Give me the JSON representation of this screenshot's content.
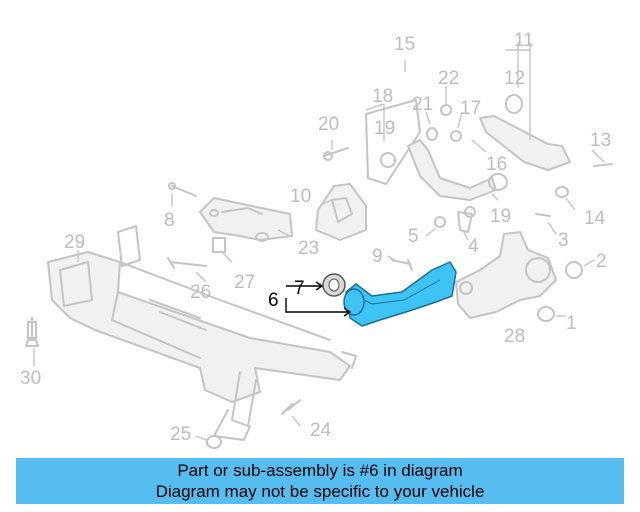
{
  "banner": {
    "line1": "Part or sub-assembly is #6 in diagram",
    "line2": "Diagram may not be specific to your vehicle"
  },
  "highlight_color": "#3ec3f5",
  "callouts": {
    "c1": "1",
    "c2": "2",
    "c3": "3",
    "c4": "4",
    "c5": "5",
    "c6": "6",
    "c7": "7",
    "c8": "8",
    "c9": "9",
    "c10": "10",
    "c11": "11",
    "c12": "12",
    "c13": "13",
    "c14": "14",
    "c15": "15",
    "c16": "16",
    "c17": "17",
    "c18": "18",
    "c19a": "19",
    "c19b": "19",
    "c20": "20",
    "c21": "21",
    "c22": "22",
    "c23": "23",
    "c24": "24",
    "c25": "25",
    "c26": "26",
    "c27": "27",
    "c28": "28",
    "c29": "29",
    "c30": "30"
  }
}
